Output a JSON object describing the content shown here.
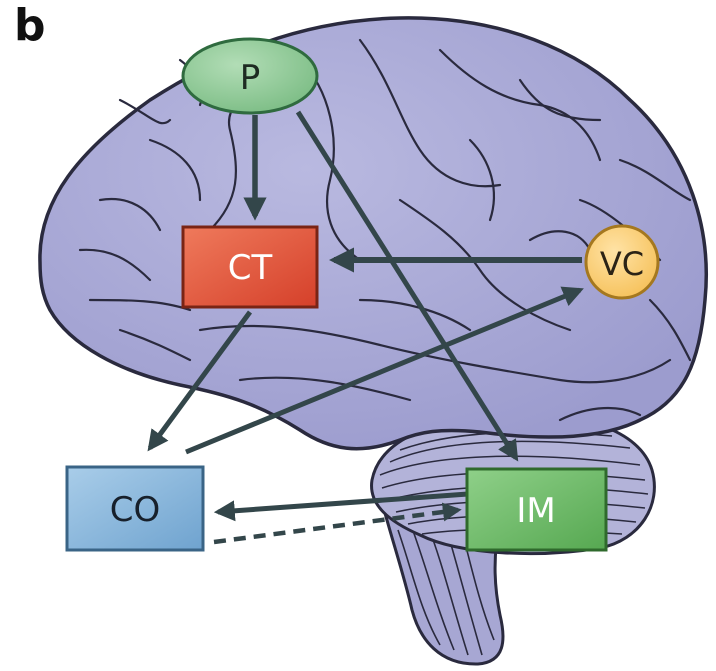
{
  "panel_label": "b",
  "nodes": {
    "p": {
      "label": "P",
      "shape": "ellipse",
      "fill": "#8fcb97",
      "stroke": "#2f6b3f"
    },
    "ct": {
      "label": "CT",
      "shape": "box",
      "fill": "#e0543a",
      "stroke": "#7a2414"
    },
    "vc": {
      "label": "VC",
      "shape": "circle",
      "fill": "#fbd27e",
      "stroke": "#a5781f"
    },
    "co": {
      "label": "CO",
      "shape": "box",
      "fill": "#86b7de",
      "stroke": "#3a6486"
    },
    "im": {
      "label": "IM",
      "shape": "box",
      "fill": "#6fbf6a",
      "stroke": "#2f6a2c"
    }
  },
  "edges": [
    {
      "from": "P",
      "to": "CT",
      "style": "solid"
    },
    {
      "from": "P",
      "to": "IM",
      "style": "solid"
    },
    {
      "from": "VC",
      "to": "CT",
      "style": "solid"
    },
    {
      "from": "CT",
      "to": "CO",
      "style": "solid"
    },
    {
      "from": "CO",
      "to": "VC",
      "style": "solid"
    },
    {
      "from": "IM",
      "to": "CO",
      "style": "solid"
    },
    {
      "from": "CO",
      "to": "IM",
      "style": "dashed"
    }
  ],
  "colors": {
    "brain_fill": "#a9a9d6",
    "brain_stroke": "#2a2a3e",
    "cerebellum_fill": "#b3b3d9",
    "arrow": "#33464a"
  }
}
